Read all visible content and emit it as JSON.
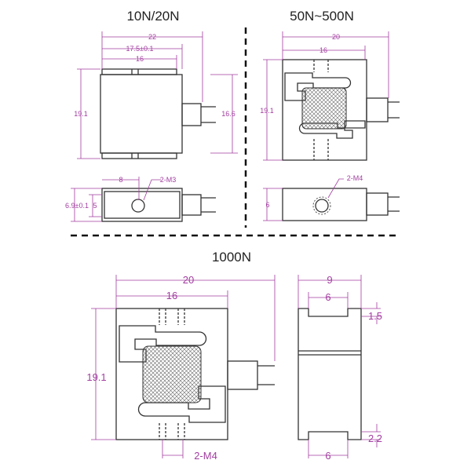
{
  "titles": {
    "small": "10N/20N",
    "mid": "50N~500N",
    "large": "1000N"
  },
  "small": {
    "w22": "22",
    "w175": "17.5±0.1",
    "w16": "16",
    "h191": "19.1",
    "h166": "16.6",
    "w8": "8",
    "thread": "2-M3",
    "h69": "6.9±0.1",
    "h5": "5"
  },
  "mid": {
    "w20": "20",
    "w16": "16",
    "h191": "19.1",
    "thread": "2-M4",
    "h6": "6"
  },
  "large": {
    "w20": "20",
    "w16": "16",
    "h191": "19.1",
    "thread": "2-M4",
    "w9": "9",
    "w6top": "6",
    "h15": "1.5",
    "h22": "2.2",
    "w6bot": "6"
  },
  "colors": {
    "dimension": "#a23ea0",
    "outline": "#333333"
  }
}
